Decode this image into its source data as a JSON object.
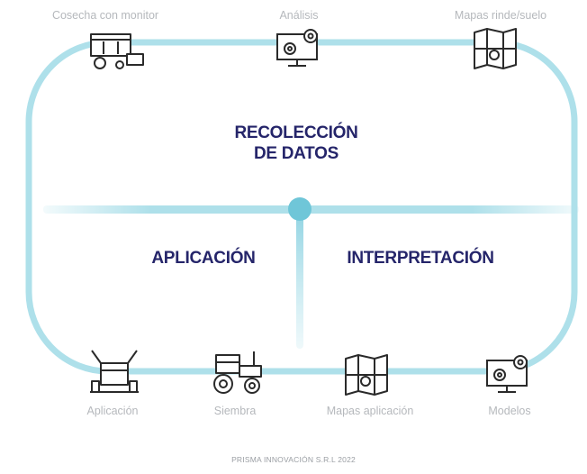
{
  "colors": {
    "flow_line": "#aee0ea",
    "hub": "#6fc6d8",
    "title": "#25256a",
    "label": "#b5b8bc",
    "icon_stroke": "#2a2a2a"
  },
  "nodes": {
    "cosecha": {
      "label": "Cosecha con monitor",
      "icon": "combine-harvester-icon"
    },
    "analisis": {
      "label": "Análisis",
      "icon": "monitor-gears-icon"
    },
    "mapas_rinde": {
      "label": "Mapas rinde/suelo",
      "icon": "field-map-icon"
    },
    "aplicacion": {
      "label": "Aplicación",
      "icon": "sprayer-icon"
    },
    "siembra": {
      "label": "Siembra",
      "icon": "tractor-icon"
    },
    "mapas_aplicacion": {
      "label": "Mapas aplicación",
      "icon": "field-map-icon"
    },
    "modelos": {
      "label": "Modelos",
      "icon": "monitor-gears-icon"
    }
  },
  "sections": {
    "recoleccion_line1": "RECOLECCIÓN",
    "recoleccion_line2": "DE DATOS",
    "aplicacion": "APLICACIÓN",
    "interpretacion": "INTERPRETACIÓN"
  },
  "footer": "PRISMA INNOVACIÓN S.R.L 2022"
}
